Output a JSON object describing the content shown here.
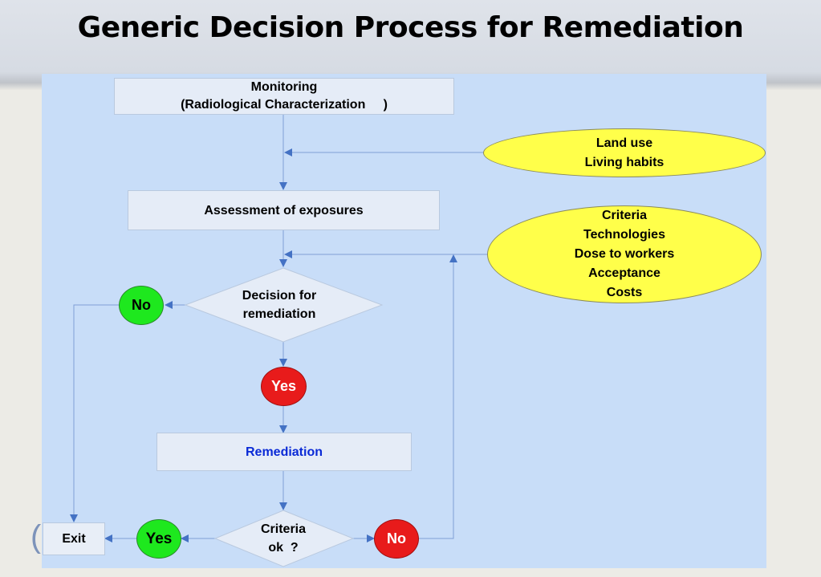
{
  "title": "Generic Decision Process for Remediation",
  "colors": {
    "panel": "#c8ddf8",
    "box_fill": "#e5ecf7",
    "ellipse_fill": "#ffff4a",
    "yes_no_green": "#1ee81e",
    "yes_no_red": "#e81b1b",
    "remediation_text": "#0a2ad6",
    "arrow": "#4472c4"
  },
  "nodes": {
    "monitoring": {
      "line1": "Monitoring",
      "line2": "(Radiological Characterization     )"
    },
    "inputs_1": {
      "line1": "Land use",
      "line2": "Living habits"
    },
    "assessment": {
      "label": "Assessment of exposures"
    },
    "inputs_2": {
      "items": [
        "Criteria",
        "Technologies",
        "Dose to workers",
        "Acceptance",
        "Costs"
      ]
    },
    "decision": {
      "line1": "Decision for",
      "line2": "remediation"
    },
    "decision_no": "No",
    "decision_yes": "Yes",
    "remediation": {
      "label": "Remediation"
    },
    "criteria_check": {
      "line1": "Criteria",
      "line2": "ok  ?"
    },
    "criteria_yes": "Yes",
    "criteria_no": "No",
    "exit": {
      "label": "Exit"
    }
  }
}
